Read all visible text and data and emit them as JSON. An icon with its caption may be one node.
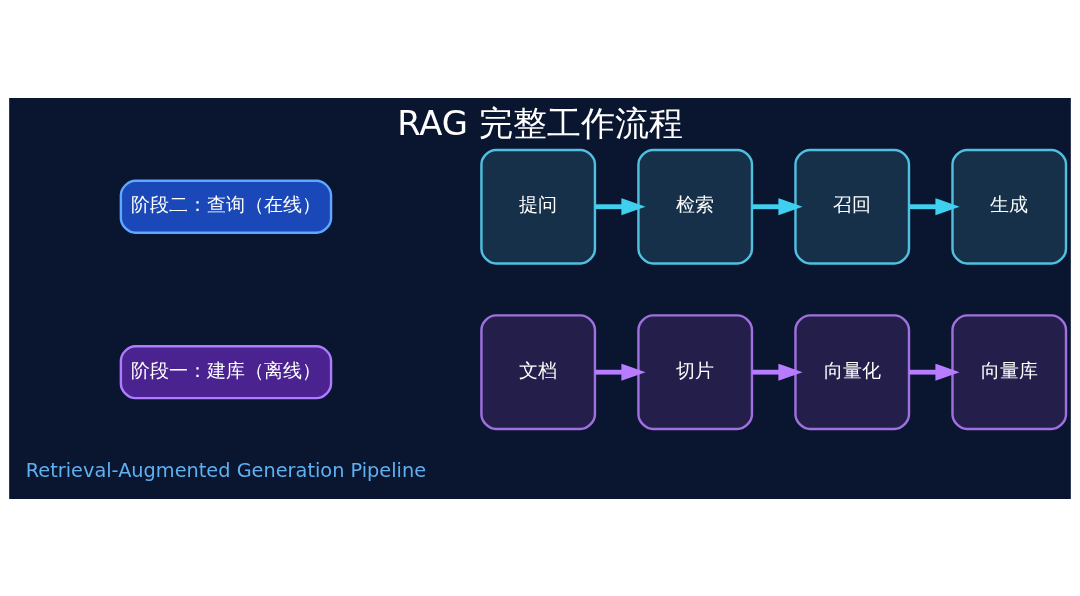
{
  "diagram": {
    "title": "RAG 完整工作流程",
    "nodes": [
      {
        "text": [
          "阶段一：建库（离线）"
        ]
      },
      {
        "text": [
          "文档"
        ]
      },
      {
        "text": [
          "切片"
        ]
      },
      {
        "text": [
          "向量化"
        ]
      },
      {
        "text": [
          "向量库"
        ]
      },
      {
        "text": [
          "阶段二：查询（在线）"
        ]
      },
      {
        "text": [
          "提问"
        ]
      },
      {
        "text": [
          "检索"
        ]
      },
      {
        "text": [
          "召回"
        ]
      },
      {
        "text": [
          "生成"
        ]
      }
    ],
    "edges": [
      {
        "from": 1,
        "to": 2,
        "arrow": "to",
        "color": "#b77cff"
      },
      {
        "from": 2,
        "to": 3,
        "arrow": "to",
        "color": "#b77cff"
      },
      {
        "from": 3,
        "to": 4,
        "arrow": "to",
        "color": "#b77cff"
      },
      {
        "from": 6,
        "to": 7,
        "arrow": "to",
        "color": "#3fd0f0"
      },
      {
        "from": 7,
        "to": 8,
        "arrow": "to",
        "color": "#3fd0f0"
      },
      {
        "from": 8,
        "to": 9,
        "arrow": "to",
        "color": "#3fd0f0"
      }
    ],
    "labels": [
      "Retrieval-Augmented Generation Pipeline"
    ]
  }
}
